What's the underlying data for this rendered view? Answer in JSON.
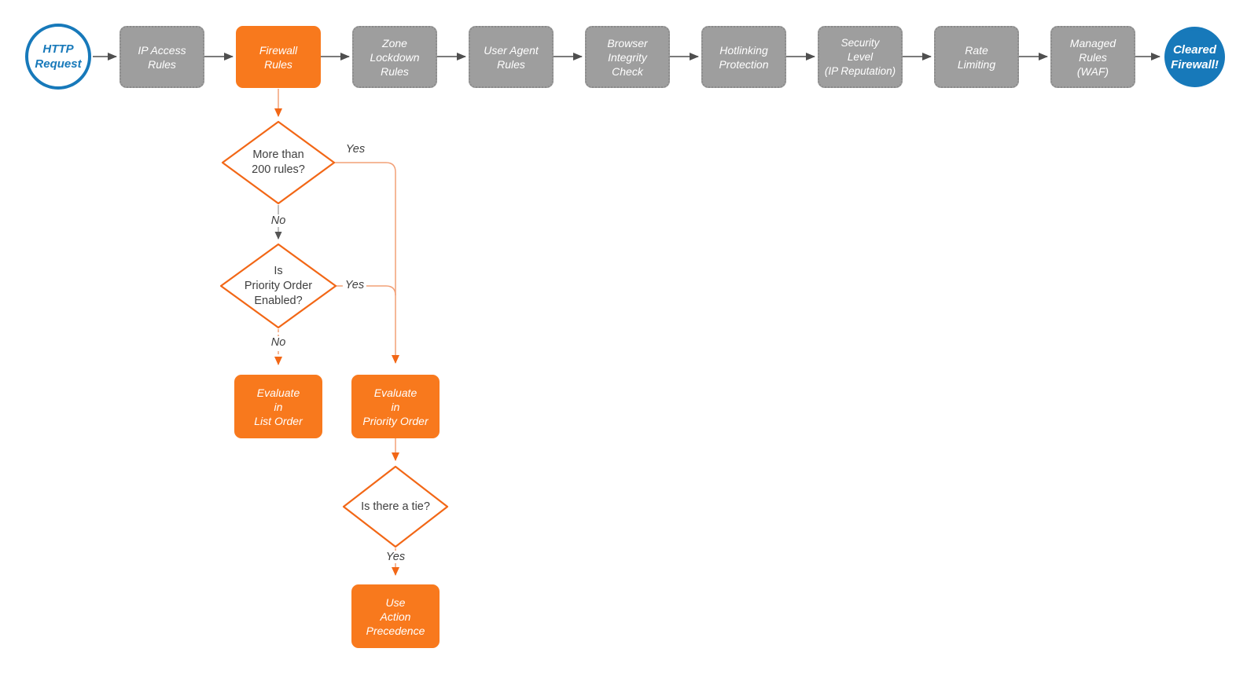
{
  "colors": {
    "accent_orange": "#F8791D",
    "connector_orange": "#F2A077",
    "arrowhead_orange": "#F26716",
    "node_gray": "#9E9E9E",
    "connector_gray": "#4F4F4F",
    "brand_blue": "#1779BA",
    "text_dark": "#3F3F3F"
  },
  "flow": {
    "start": {
      "label": "HTTP\nRequest"
    },
    "end": {
      "label": "Cleared\nFirewall!"
    },
    "pipeline": [
      {
        "label": "IP Access\nRules"
      },
      {
        "label": "Firewall\nRules"
      },
      {
        "label": "Zone\nLockdown\nRules"
      },
      {
        "label": "User Agent\nRules"
      },
      {
        "label": "Browser\nIntegrity\nCheck"
      },
      {
        "label": "Hotlinking\nProtection"
      },
      {
        "label": "Security\nLevel\n(IP Reputation)"
      },
      {
        "label": "Rate\nLimiting"
      },
      {
        "label": "Managed\nRules\n(WAF)"
      }
    ],
    "decisions": [
      {
        "label": "More than\n200 rules?"
      },
      {
        "label": "Is\nPriority Order\nEnabled?"
      },
      {
        "label": "Is there a tie?"
      }
    ],
    "actions": [
      {
        "label": "Evaluate\nin\nList Order"
      },
      {
        "label": "Evaluate\nin\nPriority Order"
      },
      {
        "label": "Use\nAction\nPrecedence"
      }
    ],
    "edge_labels": {
      "d1_yes": "Yes",
      "d1_no": "No",
      "d2_yes": "Yes",
      "d2_no": "No",
      "d3_yes": "Yes"
    }
  }
}
